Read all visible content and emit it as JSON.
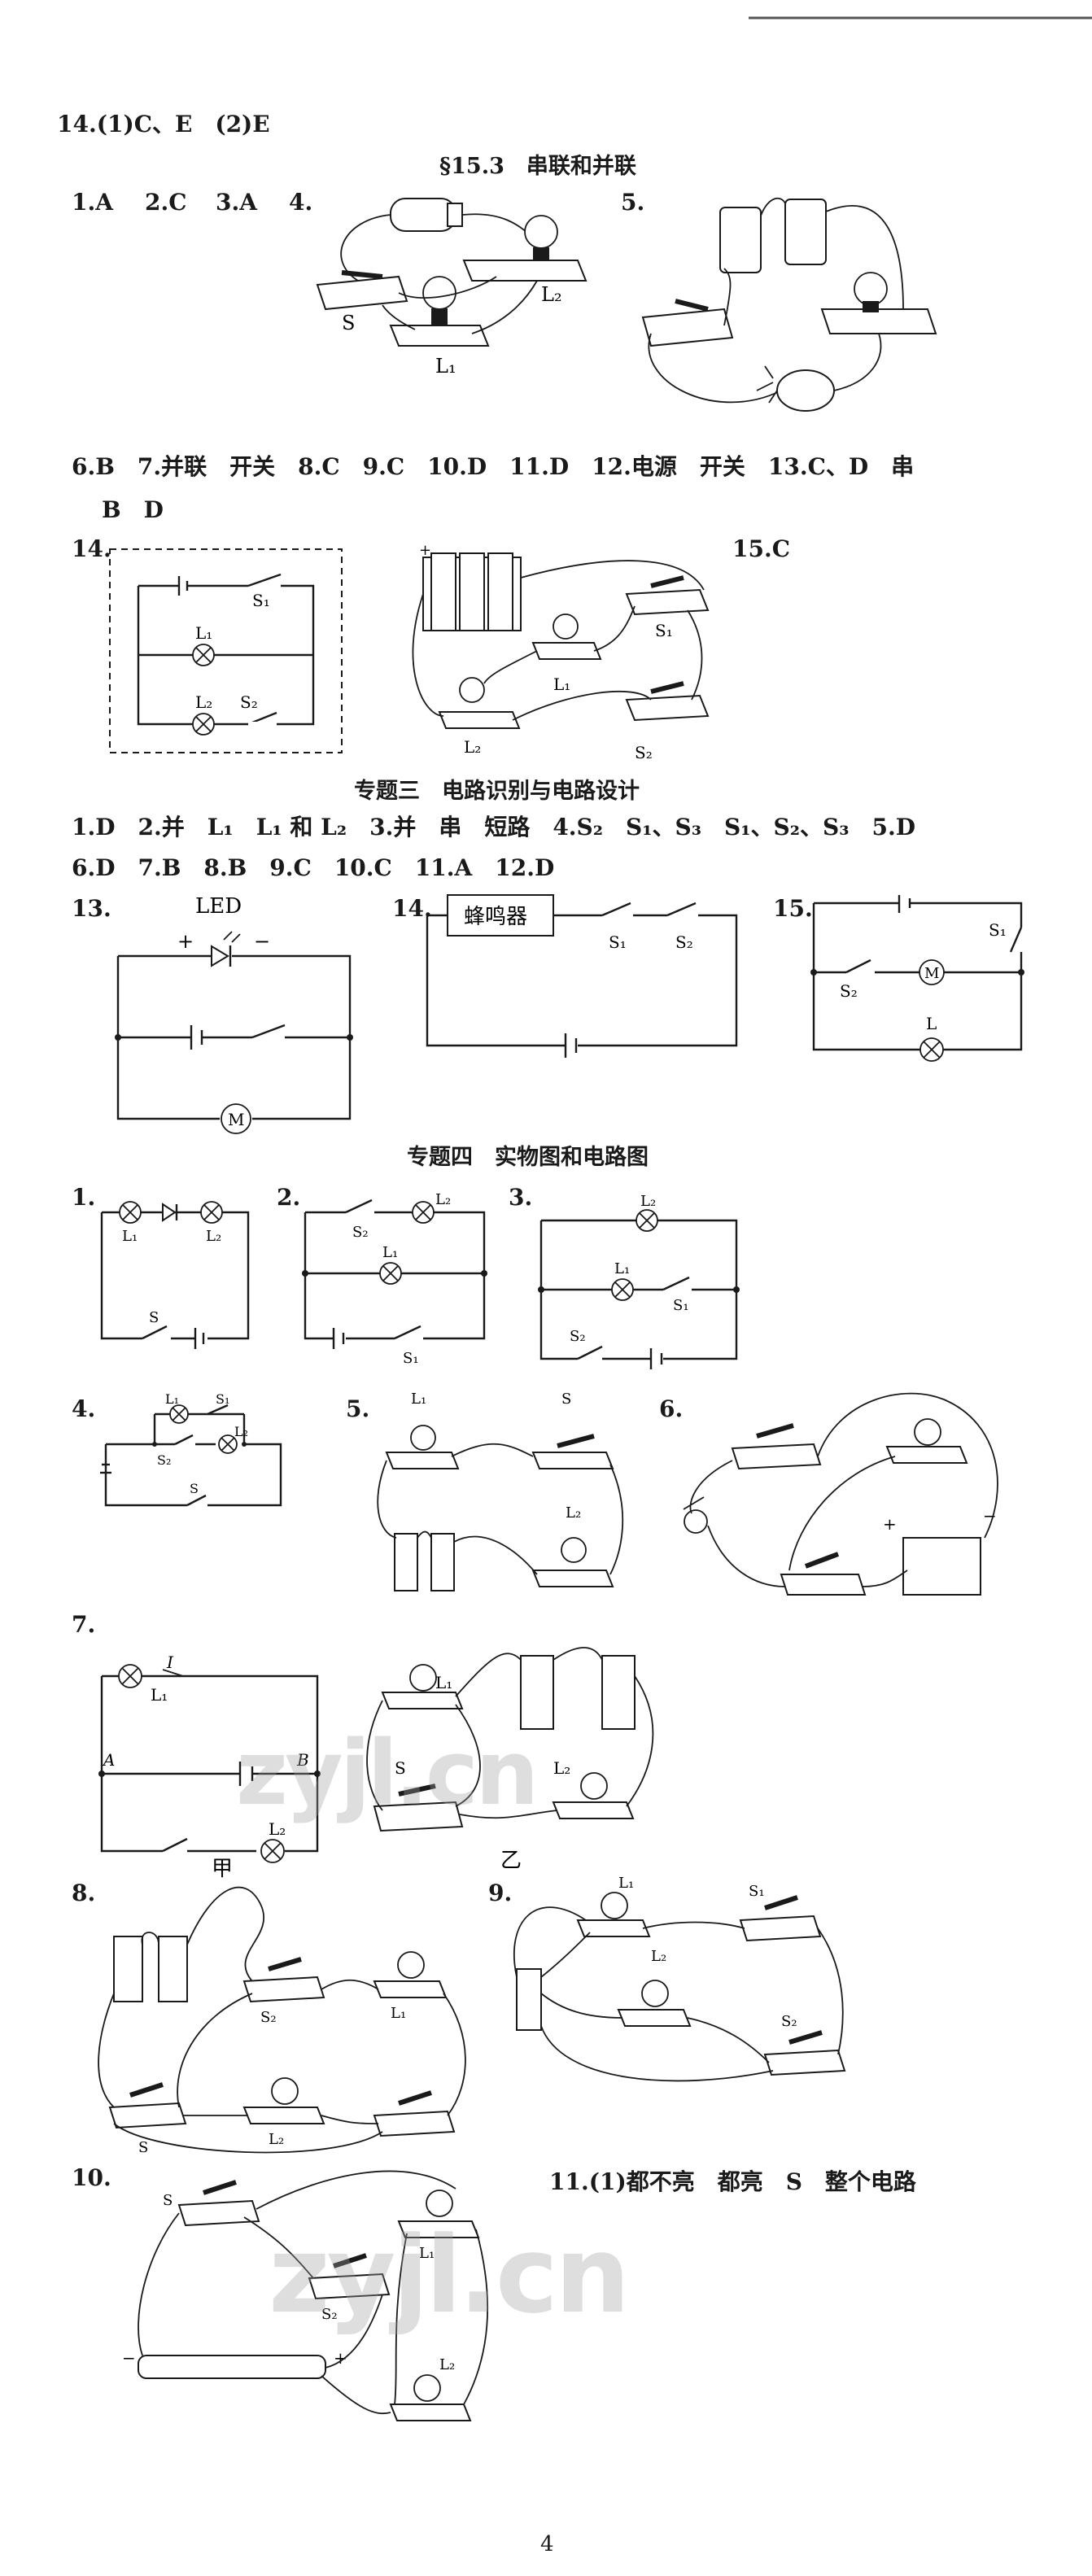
{
  "header_line": true,
  "q14_top": "14.(1)C、E　(2)E",
  "sec_15_3": {
    "title": "§15.3　串联和并联"
  },
  "row1": {
    "a": "1.A",
    "b": "2.C",
    "c": "3.A",
    "d": "4.",
    "e": "5."
  },
  "fig4": {
    "s": "S",
    "l1": "L₁",
    "l2": "L₂"
  },
  "row6": "6.B　7.并联　开关　8.C　9.C　10.D　11.D　12.电源　开关　13.C、D　串",
  "row6b": "B　D",
  "q14": "14.",
  "q15c": "15.C",
  "fig14": {
    "s1": "S₁",
    "s2": "S₂",
    "l1": "L₁",
    "l2": "L₂",
    "plus": "+"
  },
  "topic3": {
    "title": "专题三　电路识别与电路设计"
  },
  "t3row1": "1.D　2.并　L₁　L₁ 和 L₂　3.并　串　短路　4.S₂　S₁、S₃　S₁、S₂、S₃　5.D",
  "t3row2": "6.D　7.B　8.B　9.C　10.C　11.A　12.D",
  "t3q13": {
    "num": "13.",
    "led": "LED",
    "plus": "+",
    "minus": "−",
    "motor": "M"
  },
  "t3q14": {
    "num": "14.",
    "buzzer": "蜂鸣器",
    "s1": "S₁",
    "s2": "S₂"
  },
  "t3q15": {
    "num": "15.",
    "s1": "S₁",
    "s2": "S₂",
    "l": "L",
    "motor": "M"
  },
  "topic4": {
    "title": "专题四　实物图和电路图"
  },
  "t4q1": {
    "num": "1.",
    "l1": "L₁",
    "l2": "L₂",
    "s": "S"
  },
  "t4q2": {
    "num": "2.",
    "s2": "S₂",
    "l2": "L₂",
    "l1": "L₁",
    "s1": "S₁"
  },
  "t4q3": {
    "num": "3.",
    "l2": "L₂",
    "l1": "L₁",
    "s1": "S₁",
    "s2": "S₂"
  },
  "t4q4": {
    "num": "4.",
    "l1": "L₁",
    "s1": "S₁",
    "s2": "S₂",
    "l2": "L₂",
    "s": "S"
  },
  "t4q5": {
    "num": "5.",
    "l1": "L₁",
    "s": "S",
    "l2": "L₂"
  },
  "t4q6": {
    "num": "6.",
    "plus": "+",
    "minus": "−"
  },
  "t4q7": {
    "num": "7.",
    "i": "I",
    "l1": "L₁",
    "a": "A",
    "b": "B",
    "l2": "L₂",
    "s": "S",
    "jia": "甲",
    "yi": "乙"
  },
  "t4q8": {
    "num": "8.",
    "s2": "S₂",
    "l1": "L₁",
    "s": "S",
    "l2": "L₂"
  },
  "t4q9": {
    "num": "9.",
    "l1": "L₁",
    "s1": "S₁",
    "l2": "L₂",
    "s2": "S₂"
  },
  "t4q10": {
    "num": "10.",
    "s": "S",
    "l1": "L₁",
    "s2": "S₂",
    "l2": "L₂",
    "minus": "−",
    "plus": "+"
  },
  "t4q11": "11.(1)都不亮　都亮　S　整个电路",
  "watermark": "zyjl.cn",
  "page_number": "4"
}
